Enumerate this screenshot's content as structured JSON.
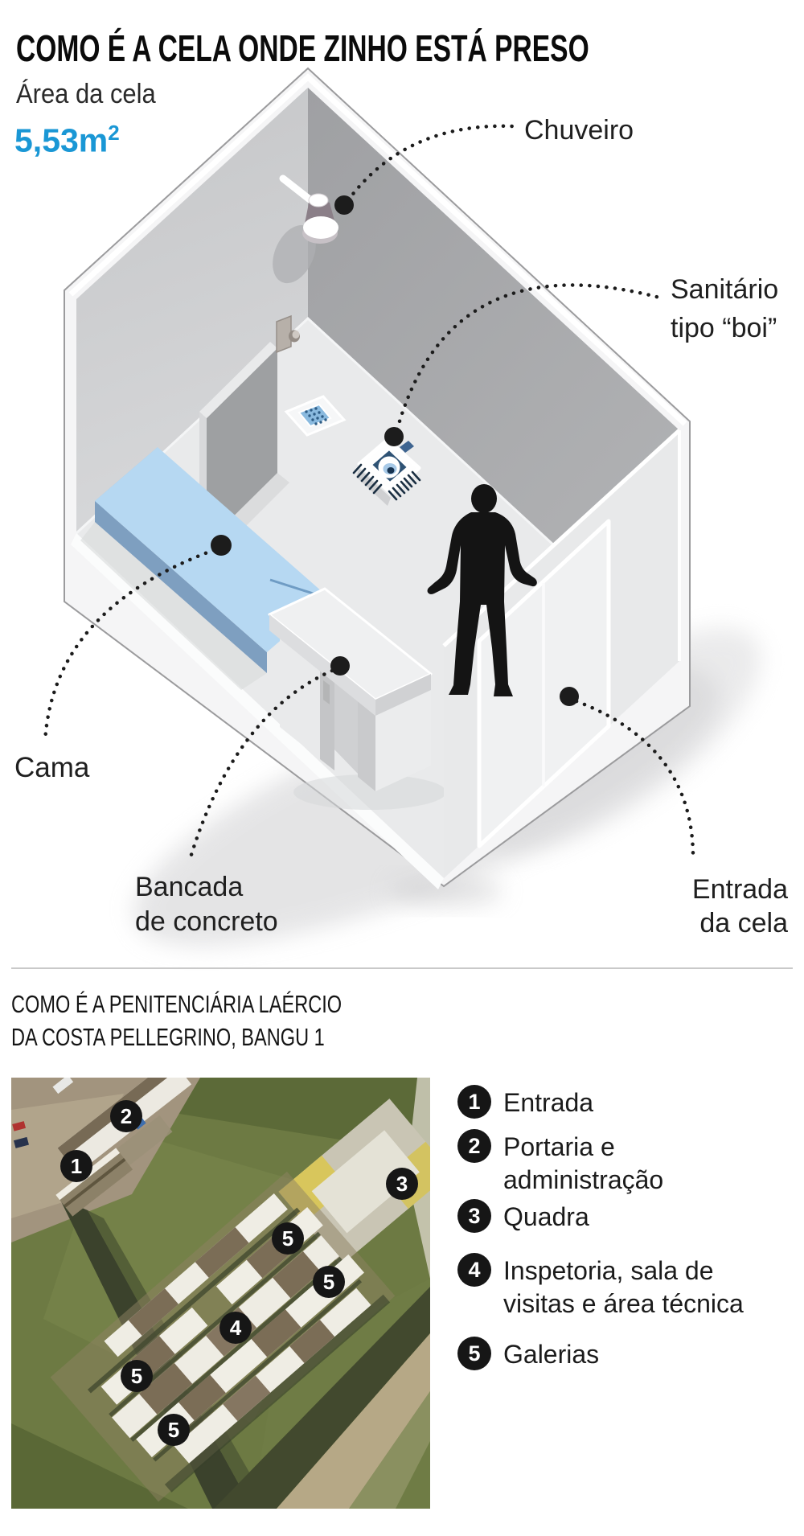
{
  "cell": {
    "title": "COMO É A CELA ONDE ZINHO ESTÁ PRESO",
    "area_label": "Área da cela",
    "area_value": "5,53m",
    "area_sup": "2",
    "accent_blue": "#1a97d5",
    "labels": {
      "chuveiro": "Chuveiro",
      "sanitario_l1": "Sanitário",
      "sanitario_l2": "tipo “boi”",
      "cama": "Cama",
      "bancada_l1": "Bancada",
      "bancada_l2": "de concreto",
      "entrada_l1": "Entrada",
      "entrada_l2": "da cela"
    }
  },
  "prison": {
    "title_l1": "COMO É A PENITENCIÁRIA LAÉRCIO",
    "title_l2": "DA COSTA PELLEGRINO, BANGU 1",
    "legend": [
      {
        "n": "1",
        "label": "Entrada"
      },
      {
        "n": "2",
        "label": "Portaria e administração"
      },
      {
        "n": "3",
        "label": "Quadra"
      },
      {
        "n": "4",
        "label": "Inspetoria, sala de visitas e área técnica"
      },
      {
        "n": "5",
        "label": "Galerias"
      }
    ],
    "markers": [
      {
        "n": "2"
      },
      {
        "n": "1"
      },
      {
        "n": "3"
      },
      {
        "n": "5"
      },
      {
        "n": "5"
      },
      {
        "n": "4"
      },
      {
        "n": "5"
      },
      {
        "n": "5"
      }
    ]
  }
}
